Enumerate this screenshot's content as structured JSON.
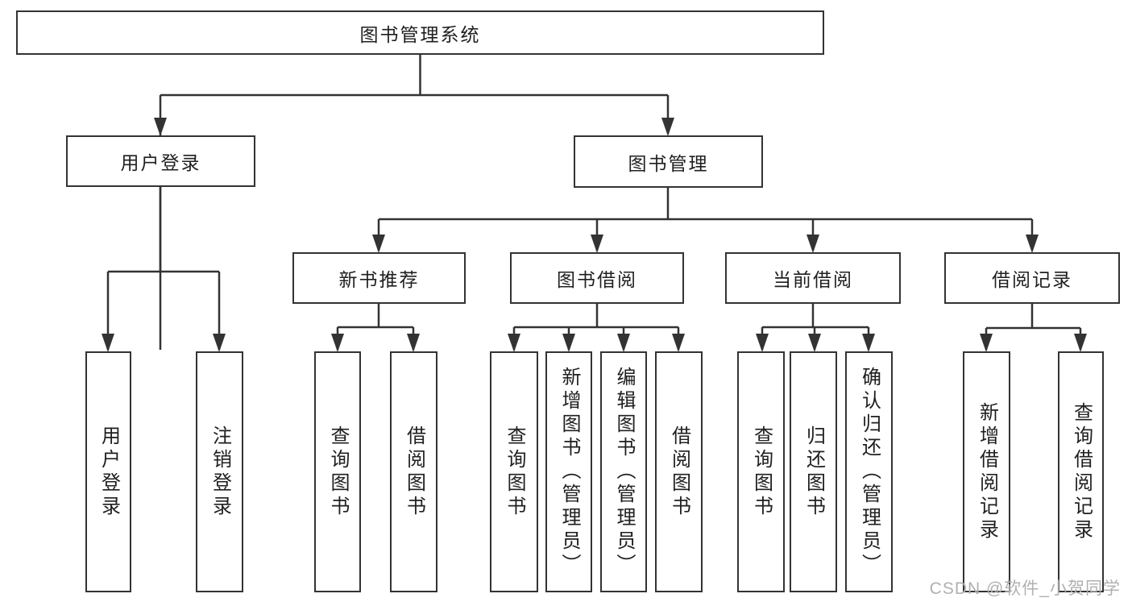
{
  "nodes": {
    "root": "图书管理系统",
    "level2": [
      "用户登录",
      "图书管理"
    ],
    "level3": [
      "新书推荐",
      "图书借阅",
      "当前借阅",
      "借阅记录"
    ],
    "leaves": {
      "user_login": [
        "用户登录",
        "注销登录"
      ],
      "new_book_recommend": [
        "查询图书",
        "借阅图书"
      ],
      "book_borrow": [
        "查询图书",
        "新增图书（管理员）",
        "编辑图书（管理员）",
        "借阅图书"
      ],
      "current_borrow": [
        "查询图书",
        "归还图书",
        "确认归还（管理员）"
      ],
      "borrow_records": [
        "新增借阅记录",
        "查询借阅记录"
      ]
    }
  },
  "watermark": "CSDN @软件_小贺同学",
  "colors": {
    "line": "#333333",
    "text": "#1f1f1f",
    "box_background": "#ffffff",
    "watermark": "#b0b0b0"
  }
}
